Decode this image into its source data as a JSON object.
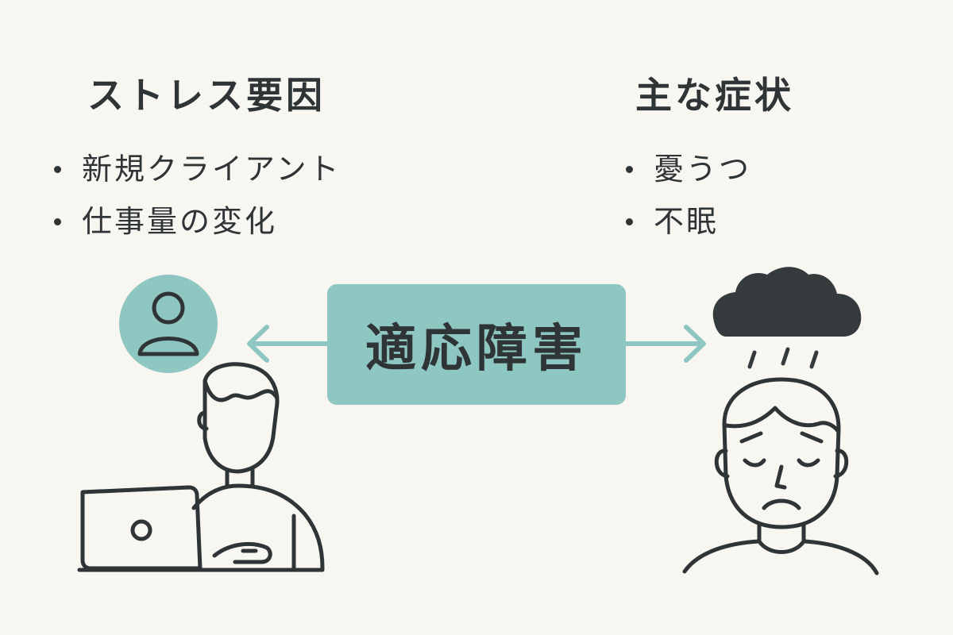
{
  "stress": {
    "title": "ストレス要因",
    "items": [
      "新規クライアント",
      "仕事量の変化"
    ]
  },
  "symptoms": {
    "title": "主な症状",
    "items": [
      "憂うつ",
      "不眠"
    ]
  },
  "center": {
    "label": "適応障害"
  },
  "colors": {
    "background": "#f8f6f1",
    "accent": "#8ec6c2",
    "ink": "#2f3436"
  }
}
